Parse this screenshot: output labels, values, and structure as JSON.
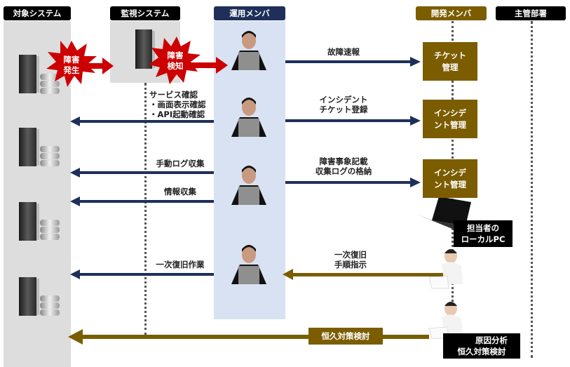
{
  "columns": {
    "target_system": "対象システム",
    "monitoring_system": "監視システム",
    "ops_member": "運用メンバ",
    "dev_member": "開発メンバ",
    "management": "主管部署"
  },
  "events": {
    "failure_occurs": [
      "障害",
      "発生"
    ],
    "failure_detected": [
      "障害",
      "検知"
    ]
  },
  "messages": {
    "failure_report": "故障速報",
    "incident_ticket": [
      "インシデント",
      "チケット登録"
    ],
    "service_check": [
      "サービス確認",
      "・画面表示確認",
      "・API起動確認"
    ],
    "manual_log": "手動ログ収集",
    "incident_record": [
      "障害事象記載",
      "収集ログの格納"
    ],
    "info_collect": "情報収集",
    "first_recovery": "一次復旧作業",
    "recovery_instruction": [
      "一次復旧",
      "手順指示"
    ],
    "permanent_measure": "恒久対策検討"
  },
  "boxes": {
    "ticket_mgmt": [
      "チケット",
      "管理"
    ],
    "incident_mgmt_1": [
      "インシデ",
      "ント管理"
    ],
    "incident_mgmt_2": [
      "インシデ",
      "ント管理"
    ],
    "local_pc": [
      "担当者の",
      "ローカルPC"
    ],
    "root_cause": [
      "原因分析",
      "恒久対策検討"
    ]
  },
  "colors": {
    "navy": "#1e3059",
    "brown": "#7b5d00",
    "red": "#cc0000",
    "lane_gray": "#dddddd",
    "lane_blue": "#d8e2f3"
  }
}
